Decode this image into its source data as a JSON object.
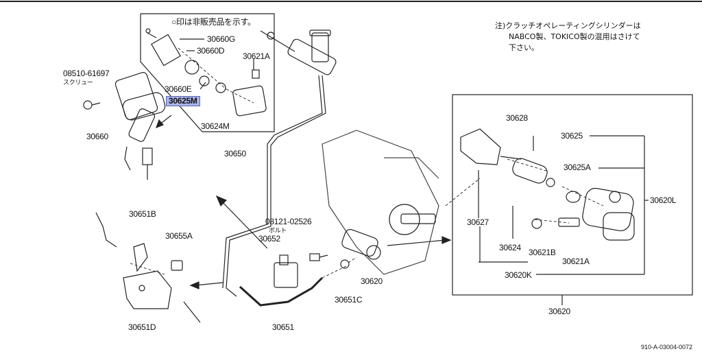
{
  "diagram": {
    "header_note": "○印は非販売品を示す。",
    "remark": {
      "line1": "注)クラッチオペレーティングシリンダーは",
      "line2": "NABCO製、TOKICO製の混用はさけて",
      "line3": "下さい。"
    },
    "highlighted_part": "30625M",
    "figure_code": "910-A-03004-0072",
    "labels": {
      "p30660G": "30660G",
      "p30660D": "30660D",
      "p30621A_top": "30621A",
      "p08510": "08510-61697",
      "screw": "スクリュー",
      "p30660E": "30660E",
      "p30624M": "30624M",
      "p30660": "30660",
      "p30650": "30650",
      "p30651B": "30651B",
      "p30655A": "30655A",
      "p08121": "08121-02526",
      "bolt": "ボルト",
      "p30652": "30652",
      "p30620_mid": "30620",
      "p30651C": "30651C",
      "p30651D": "30651D",
      "p30651": "30651",
      "p30628": "30628",
      "p30625": "30625",
      "p30625A": "30625A",
      "p30620L": "30620L",
      "p30627": "30627",
      "p30624": "30624",
      "p30621B": "30621B",
      "p30621A": "30621A",
      "p30620K": "30620K",
      "p30620_bottom": "30620"
    }
  }
}
